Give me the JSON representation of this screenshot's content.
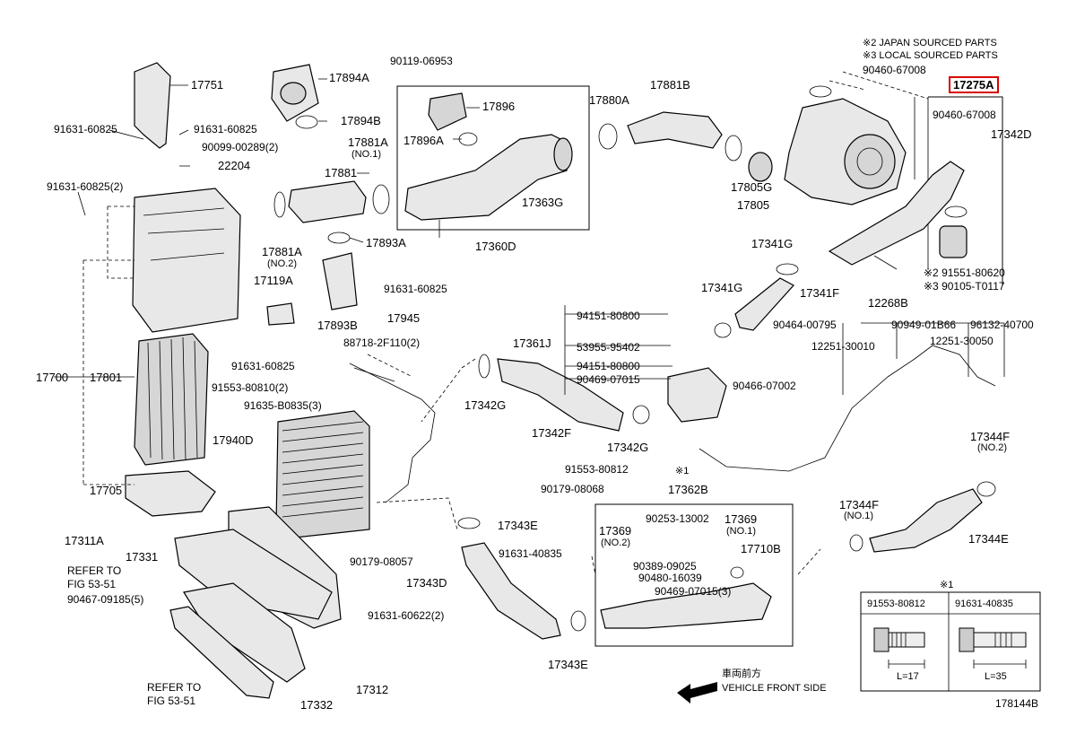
{
  "notes": {
    "japan": "※2 JAPAN SOURCED PARTS",
    "local": "※3 LOCAL SOURCED PARTS",
    "note1": "※1"
  },
  "labels": {
    "p17751": "17751",
    "p91631_60825_a": "91631-60825",
    "p91631_60825_b": "91631-60825",
    "p90099_00289": "90099-00289(2)",
    "p22204": "22204",
    "p91631_60825_2": "91631-60825(2)",
    "p17894A": "17894A",
    "p17894B": "17894B",
    "p17881A_no1": "17881A",
    "no1_a": "(NO.1)",
    "p17881": "17881",
    "p17881A_no2": "17881A",
    "no2_a": "(NO.2)",
    "p17893A": "17893A",
    "p17119A": "17119A",
    "p17893B": "17893B",
    "p91631_60825_c": "91631-60825",
    "p17700": "17700",
    "p17801": "17801",
    "p17705": "17705",
    "p90119_06953": "90119-06953",
    "p17896": "17896",
    "p17896A": "17896A",
    "p17363G": "17363G",
    "p17360D": "17360D",
    "p91631_60825_d": "91631-60825",
    "p17945": "17945",
    "p88718": "88718-2F110(2)",
    "p91553_80810": "91553-80810(2)",
    "p91635_B0835": "91635-B0835(3)",
    "p17940D": "17940D",
    "p90179_08057": "90179-08057",
    "p17881B": "17881B",
    "p17880A": "17880A",
    "p17805G": "17805G",
    "p17805": "17805",
    "p90460_67008_a": "90460-67008",
    "p17275A": "17275A",
    "p90460_67008_b": "90460-67008",
    "p17342D": "17342D",
    "p17341G_a": "17341G",
    "p17341G_b": "17341G",
    "p17341F": "17341F",
    "p91551_80620": "※2 91551-80620",
    "p90105_T0117": "※3 90105-T0117",
    "p12268B": "12268B",
    "p90464_00795": "90464-00795",
    "p90949_01B66": "90949-01B66",
    "p96132_40700": "96132-40700",
    "p12251_30010": "12251-30010",
    "p12251_30050": "12251-30050",
    "p90466_07002": "90466-07002",
    "p94151_80800_a": "94151-80800",
    "p17361J": "17361J",
    "p53955_95402": "53955-95402",
    "p94151_80800_b": "94151-80800",
    "p90469_07015": "90469-07015",
    "p17342G_a": "17342G",
    "p17342F": "17342F",
    "p17342G_b": "17342G",
    "p91553_80812": "91553-80812",
    "star1_a": "※1",
    "p17362B": "17362B",
    "p90179_08068": "90179-08068",
    "p17344F_no2": "17344F",
    "no2_b": "(NO.2)",
    "p17344F_no1": "17344F",
    "no1_b": "(NO.1)",
    "p17344E": "17344E",
    "p17311A": "17311A",
    "p17331": "17331",
    "refer_to_a": "REFER TO",
    "fig_a": "FIG 53-51",
    "p90467_09185": "90467-09185(5)",
    "p91631_60622": "91631-60622(2)",
    "refer_to_b": "REFER TO",
    "fig_b": "FIG 53-51",
    "p17312": "17312",
    "p17332": "17332",
    "p17343E_a": "17343E",
    "p91631_40835": "91631-40835",
    "p17343D": "17343D",
    "p17343E_b": "17343E",
    "p90253_13002": "90253-13002",
    "p17369_no2": "17369",
    "no2_c": "(NO.2)",
    "p17369_no1": "17369",
    "no1_c": "(NO.1)",
    "p17710B": "17710B",
    "p90389_09025": "90389-09025",
    "p90480_16039": "90480-16039",
    "p90469_07015_3": "90469-07015(3)",
    "front_jp": "車両前方",
    "front_en": "VEHICLE FRONT SIDE",
    "fig_num": "178144B"
  },
  "inset": {
    "header": "※1",
    "col1": "91553-80812",
    "col2": "91631-40835",
    "len1": "L=17",
    "len2": "L=35"
  },
  "highlight_color": "#d80000"
}
